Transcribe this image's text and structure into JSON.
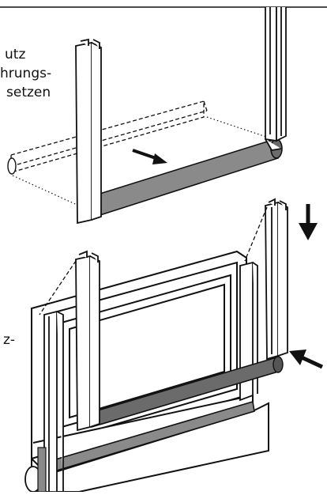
{
  "captions": {
    "top_line_1": "utz",
    "top_line_2": "hrungs-",
    "top_line_3": "setzen",
    "mid_line_1": "z-",
    "mid_line_2": "",
    "mid_line_3": ""
  },
  "colors": {
    "line": "#111111",
    "roller": "#8a8a8a",
    "roller_dark": "#6b6b6b",
    "paper": "#ffffff"
  }
}
